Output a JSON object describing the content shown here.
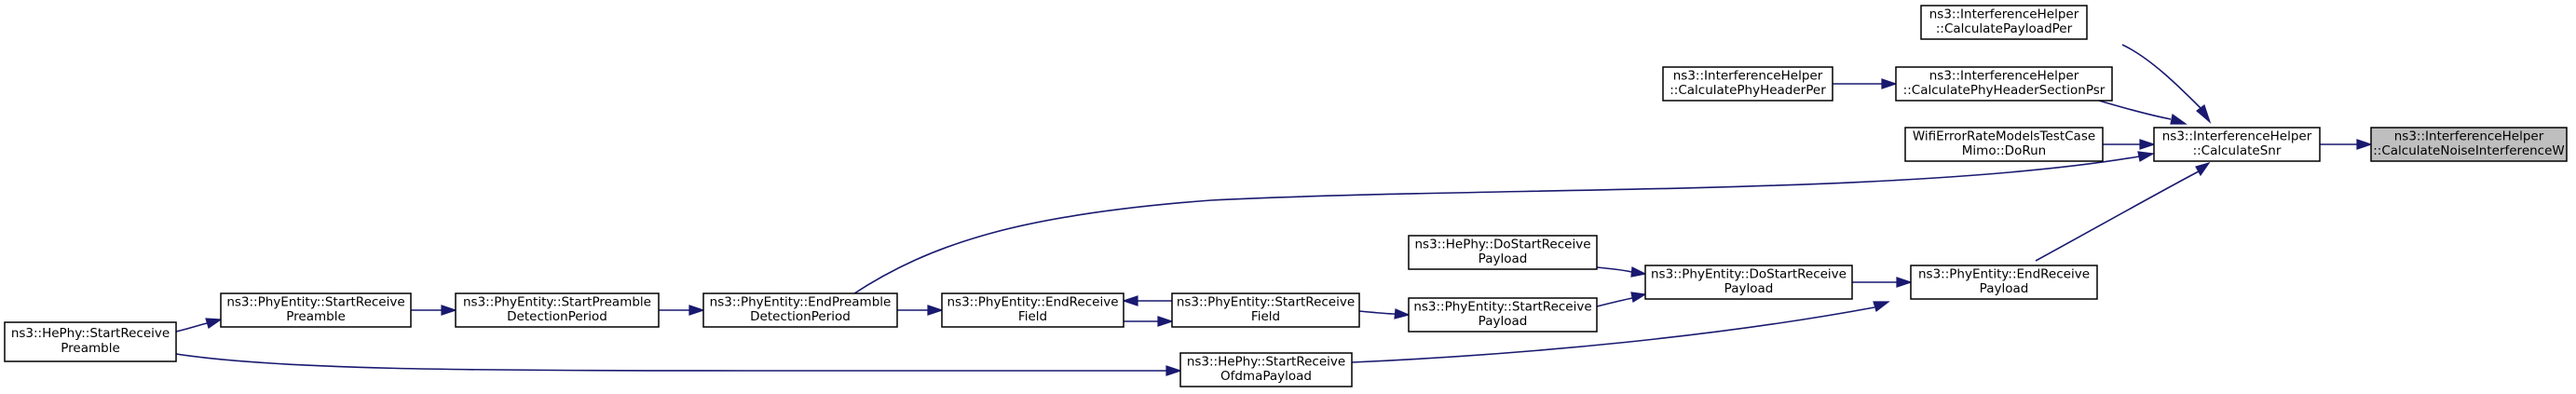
{
  "graph": {
    "colors": {
      "edge": "#191970",
      "node_border": "#000000",
      "focus_fill": "#bfbfbf",
      "node_fill": "#ffffff"
    },
    "nodes": {
      "calc_noise": {
        "lines": [
          "ns3::InterferenceHelper",
          "::CalculateNoiseInterferenceW"
        ],
        "focus": true
      },
      "calc_snr": {
        "lines": [
          "ns3::InterferenceHelper",
          "::CalculateSnr"
        ]
      },
      "calc_payload_per": {
        "lines": [
          "ns3::InterferenceHelper",
          "::CalculatePayloadPer"
        ]
      },
      "calc_phy_header_section_psr": {
        "lines": [
          "ns3::InterferenceHelper",
          "::CalculatePhyHeaderSectionPsr"
        ]
      },
      "calc_phy_header_per": {
        "lines": [
          "ns3::InterferenceHelper",
          "::CalculatePhyHeaderPer"
        ]
      },
      "wifi_error_test": {
        "lines": [
          "WifiErrorRateModelsTestCase",
          "Mimo::DoRun"
        ]
      },
      "phy_end_receive_payload": {
        "lines": [
          "ns3::PhyEntity::EndReceive",
          "Payload"
        ]
      },
      "phy_do_start_receive_payload": {
        "lines": [
          "ns3::PhyEntity::DoStartReceive",
          "Payload"
        ]
      },
      "he_do_start_receive_payload": {
        "lines": [
          "ns3::HePhy::DoStartReceive",
          "Payload"
        ]
      },
      "phy_start_receive_payload": {
        "lines": [
          "ns3::PhyEntity::StartReceive",
          "Payload"
        ]
      },
      "phy_start_receive_field": {
        "lines": [
          "ns3::PhyEntity::StartReceive",
          "Field"
        ]
      },
      "phy_end_receive_field": {
        "lines": [
          "ns3::PhyEntity::EndReceive",
          "Field"
        ]
      },
      "phy_end_preamble_detection": {
        "lines": [
          "ns3::PhyEntity::EndPreamble",
          "DetectionPeriod"
        ]
      },
      "phy_start_preamble_detection": {
        "lines": [
          "ns3::PhyEntity::StartPreamble",
          "DetectionPeriod"
        ]
      },
      "phy_start_receive_preamble": {
        "lines": [
          "ns3::PhyEntity::StartReceive",
          "Preamble"
        ]
      },
      "he_start_receive_preamble": {
        "lines": [
          "ns3::HePhy::StartReceive",
          "Preamble"
        ]
      },
      "he_start_receive_ofdma_payload": {
        "lines": [
          "ns3::HePhy::StartReceive",
          "OfdmaPayload"
        ]
      }
    }
  }
}
